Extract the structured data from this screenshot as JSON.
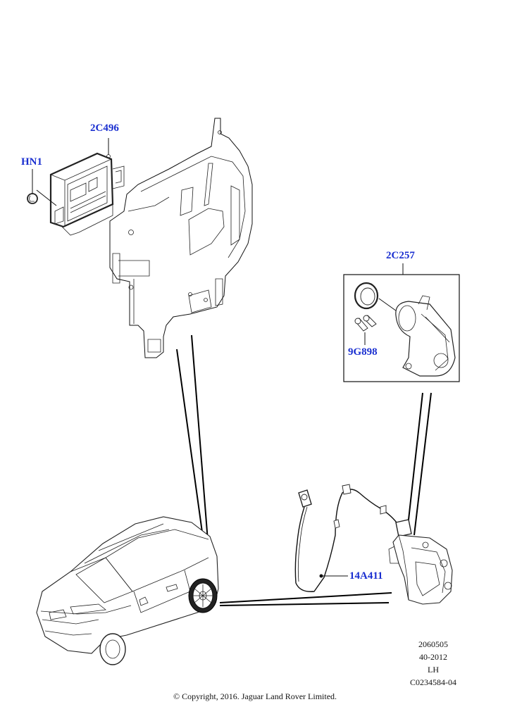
{
  "callouts": {
    "module": "2C496",
    "clip": "HN1",
    "actuator_kit": "2C257",
    "screw_kit": "9G898",
    "harness": "14A411"
  },
  "reference": {
    "line1": "2060505",
    "line2": "40-2012",
    "line3": "LH",
    "line4": "C0234584-04"
  },
  "copyright": "© Copyright, 2016. Jaguar Land Rover Limited.",
  "colors": {
    "callout": "#1a2fd0",
    "linework": "#111111",
    "background": "#ffffff"
  }
}
